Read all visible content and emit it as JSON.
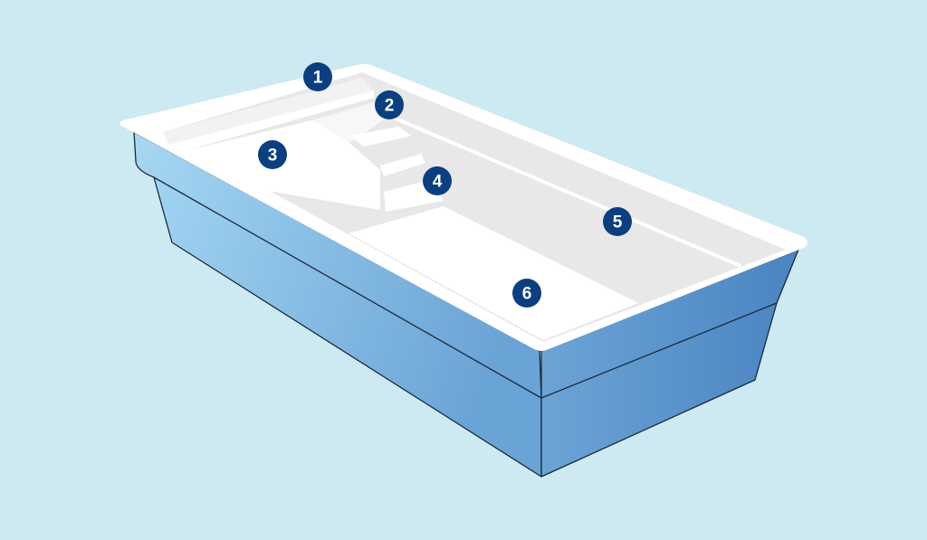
{
  "colors": {
    "background": "#cde9f1",
    "badge": "#0b3f80",
    "rim": "#ffffff",
    "wall": "#e8e8e8",
    "body_light": "#a3d6f2",
    "body_dark": "#4a86c3"
  },
  "markers": [
    {
      "label": "1",
      "part": "bench"
    },
    {
      "label": "2",
      "part": "entry-steps"
    },
    {
      "label": "3",
      "part": "shallow-ledge"
    },
    {
      "label": "4",
      "part": "steps"
    },
    {
      "label": "5",
      "part": "side-wall"
    },
    {
      "label": "6",
      "part": "deep-floor"
    }
  ]
}
